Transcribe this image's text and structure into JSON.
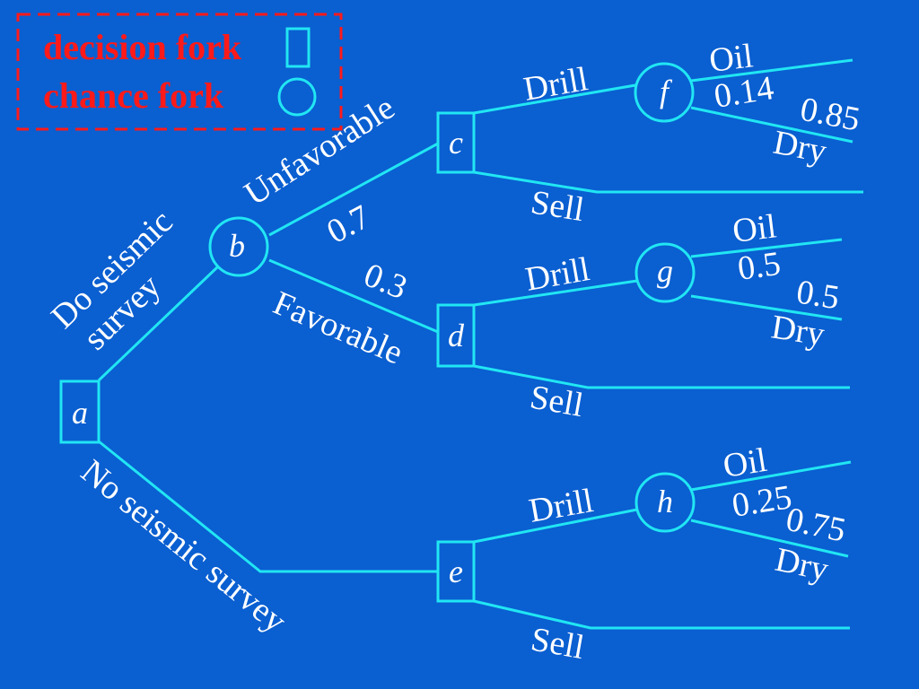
{
  "legend": {
    "decision_label": "decision fork",
    "chance_label": "chance fork"
  },
  "nodes": {
    "a": "a",
    "b": "b",
    "c": "c",
    "d": "d",
    "e": "e",
    "f": "f",
    "g": "g",
    "h": "h"
  },
  "edges": {
    "do_survey": [
      "Do seismic",
      "survey"
    ],
    "no_survey": "No seismic survey",
    "unfavorable": "Unfavorable",
    "favorable": "Favorable",
    "p_unfavorable": "0.7",
    "p_favorable": "0.3",
    "c_drill": "Drill",
    "c_sell": "Sell",
    "d_drill": "Drill",
    "d_sell": "Sell",
    "e_drill": "Drill",
    "e_sell": "Sell",
    "f_oil": "Oil",
    "f_p_oil": "0.14",
    "f_p_dry": "0.85",
    "f_dry": "Dry",
    "g_oil": "Oil",
    "g_p_oil": "0.5",
    "g_p_dry": "0.5",
    "g_dry": "Dry",
    "h_oil": "Oil",
    "h_p_oil": "0.25",
    "h_p_dry": "0.75",
    "h_dry": "Dry"
  },
  "colors": {
    "background": "#0a5fd1",
    "lines": "#21e6f3",
    "text": "#ffffff",
    "legend": "#ff1a1a"
  }
}
